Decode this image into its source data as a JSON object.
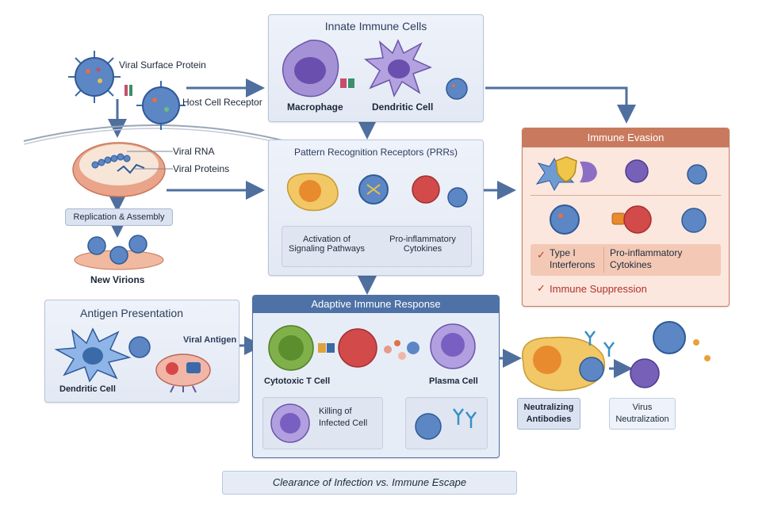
{
  "virus_entry": {
    "viral_surface_protein": "Viral Surface Protein",
    "host_cell_receptor": "Host Cell Receptor",
    "viral_rna": "Viral RNA",
    "viral_proteins": "Viral Proteins",
    "replication_assembly": "Replication & Assembly",
    "new_virions": "New Virions"
  },
  "innate": {
    "title": "Innate Immune Cells",
    "macrophage": "Macrophage",
    "dendritic_cell": "Dendritic Cell"
  },
  "prr": {
    "title": "Pattern Recognition Receptors (PRRs)",
    "activation": "Activation of\nSignaling Pathways",
    "pro_inflammatory": "Pro-inflammatory\nCytokines"
  },
  "evasion": {
    "title": "Immune Evasion",
    "type_i": "Type I\nInterferons",
    "pro_inflammatory": "Pro-inflammatory\nCytokines",
    "suppression": "Immune Suppression"
  },
  "antigen": {
    "title": "Antigen Presentation",
    "viral_antigen": "Viral Antigen",
    "dendritic_cell": "Dendritic Cell"
  },
  "adaptive": {
    "title": "Adaptive Immune Response",
    "cytotoxic": "Cytotoxic T Cell",
    "plasma": "Plasma Cell",
    "killing": "Killing of\nInfected Cell"
  },
  "neutral": {
    "antibodies": "Neutralizing\nAntibodies",
    "virus_neutralization": "Virus\nNeutralization"
  },
  "footer": {
    "clearance": "Clearance of Infection vs. Immune Escape"
  },
  "colors": {
    "arrow": "#4f6f9f",
    "panel_border": "#b9c6dc",
    "adaptive_header": "#4e71a6",
    "evasion_header": "#c97a5e",
    "evasion_bg": "#fbe7de",
    "check_red": "#c0392b"
  }
}
